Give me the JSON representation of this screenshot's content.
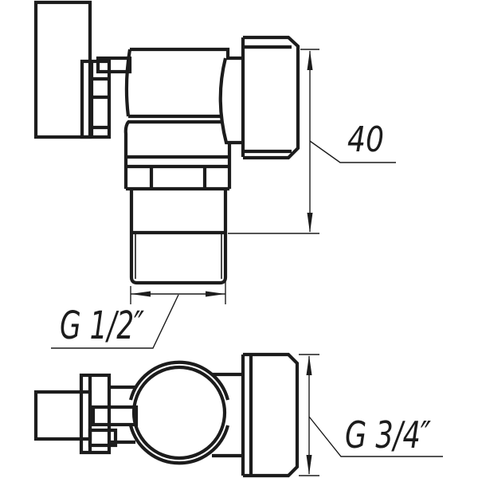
{
  "drawing": {
    "labels": {
      "height_dimension": "40",
      "outlet_thread": "G 1/2″",
      "inlet_thread": "G 3/4″"
    },
    "colors": {
      "line": "#1c1c1c",
      "background": "#ffffff"
    }
  }
}
